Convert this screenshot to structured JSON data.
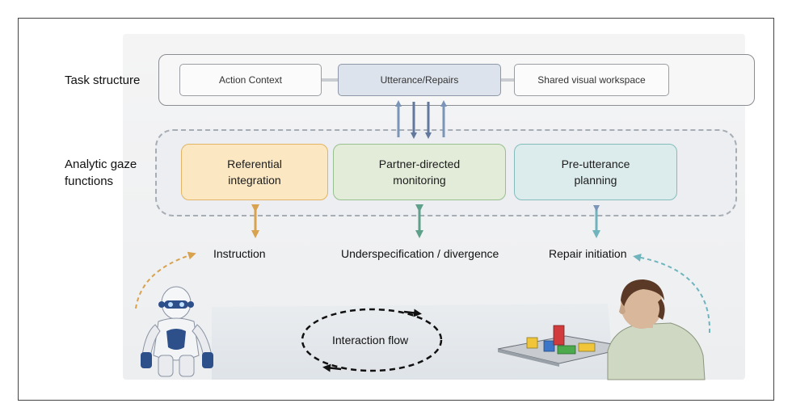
{
  "row_labels": {
    "task_structure": "Task structure",
    "gaze_functions_line1": "Analytic gaze",
    "gaze_functions_line2": "functions"
  },
  "task_boxes": {
    "action_context": "Action Context",
    "utterance_repairs": "Utterance/Repairs",
    "shared_workspace": "Shared visual workspace"
  },
  "gaze_boxes": {
    "referential": {
      "line1": "Referential",
      "line2": "integration",
      "fill": "#fbe7c2",
      "border": "#e2b463"
    },
    "monitoring": {
      "line1": "Partner-directed",
      "line2": "monitoring",
      "fill": "#e2ecd9",
      "border": "#98bf8e"
    },
    "planning": {
      "line1": "Pre-utterance",
      "line2": "planning",
      "fill": "#dcecec",
      "border": "#84bcbc"
    }
  },
  "bottom_labels": {
    "instruction": "Instruction",
    "underspecification": "Underspecification / divergence",
    "repair": "Repair initiation"
  },
  "interaction_flow": "Interaction flow",
  "colors": {
    "orange_arrow": "#d9a24f",
    "green_arrow": "#5fa08a",
    "teal_arrow": "#6fb4bd",
    "blue_arrow": "#7a95b8",
    "dark_blue_arrow": "#62789c"
  }
}
